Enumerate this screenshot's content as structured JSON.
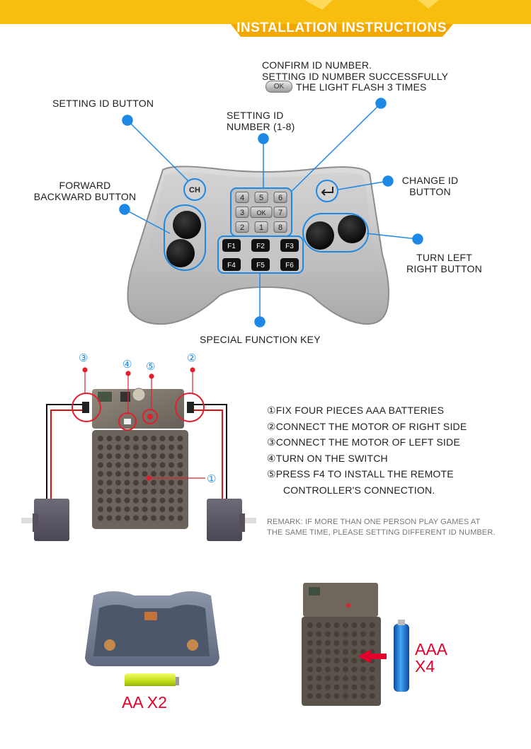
{
  "header": {
    "title": "INSTALLATION INSTRUCTIONS",
    "accent": "#f7be0f"
  },
  "callouts": {
    "confirm_line1": "CONFIRM ID NUMBER.",
    "confirm_line2": "SETTING ID NUMBER SUCCESSFULLY",
    "confirm_key": "OK",
    "confirm_line3": "THE LIGHT FLASH 3 TIMES",
    "setting_id_button": "SETTING ID BUTTON",
    "setting_id_line1": "SETTING ID",
    "setting_id_line2": "NUMBER (1-8)",
    "forward_line1": "FORWARD",
    "forward_line2": "BACKWARD BUTTON",
    "change_line1": "CHANGE ID",
    "change_line2": "BUTTON",
    "turn_line1": "TURN LEFT",
    "turn_line2": "RIGHT BUTTON",
    "special_function": "SPECIAL FUNCTION KEY"
  },
  "remote": {
    "ch_key": "CH",
    "keypad": [
      "4",
      "5",
      "6",
      "3",
      "OK",
      "7",
      "2",
      "1",
      "8"
    ],
    "function_keys": [
      "F1",
      "F2",
      "F3",
      "F4",
      "F5",
      "F6"
    ],
    "back_icon": "return-arrow-icon"
  },
  "receiver": {
    "markers": [
      "③",
      "④",
      "⑤",
      "②",
      "①"
    ],
    "steps": [
      "①FIX FOUR PIECES AAA BATTERIES",
      "②CONNECT THE MOTOR OF RIGHT SIDE",
      "③CONNECT THE MOTOR OF LEFT SIDE",
      "④TURN ON THE SWITCH",
      "⑤PRESS F4 TO INSTALL THE REMOTE",
      "CONTROLLER'S CONNECTION."
    ],
    "remark_line1": "REMARK: IF MORE THAN ONE PERSON PLAY GAMES AT",
    "remark_line2": "THE SAME TIME, PLEASE SETTING DIFFERENT ID NUMBER."
  },
  "batteries": {
    "remote_label": "AA X2",
    "receiver_label_line1": "AAA",
    "receiver_label_line2": "X4",
    "label_color": "#e4002b"
  },
  "colors": {
    "callout_blue": "#1e88e5",
    "marker_red": "#e0202e"
  }
}
